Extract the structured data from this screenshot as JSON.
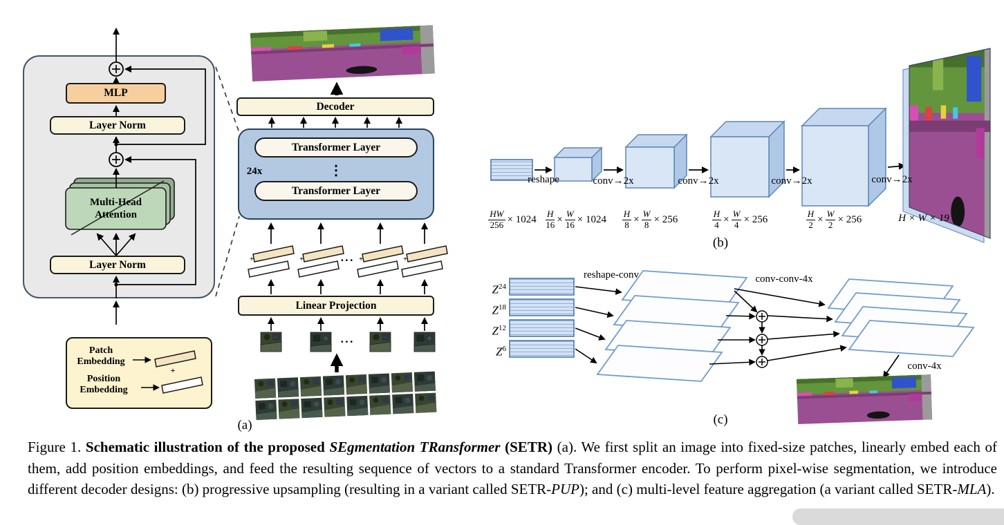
{
  "panel_a": {
    "label": "(a)",
    "detail_block": {
      "layer_norm": "Layer Norm",
      "multi_head_line1": "Multi-Head",
      "multi_head_line2": "Attention",
      "mlp": "MLP"
    },
    "legend": {
      "patch_line1": "Patch",
      "patch_line2": "Embedding",
      "position_line1": "Position",
      "position_line2": "Embedding",
      "plus": "+"
    },
    "pipeline": {
      "decoder": "Decoder",
      "transformer_layer": "Transformer Layer",
      "depth_label": "24x",
      "vdots": "⋮",
      "linear_projection": "Linear Projection",
      "dots": "···",
      "plus": "+"
    }
  },
  "panel_b": {
    "label": "(b)",
    "arrows": {
      "reshape": "reshape",
      "conv2x": "conv→2x"
    },
    "dims": {
      "seq": {
        "num": "HW",
        "den": "256",
        "suffix": "× 1024"
      },
      "s16": {
        "n1": "H",
        "d1": "16",
        "times": "×",
        "n2": "W",
        "d2": "16",
        "suffix": "× 1024"
      },
      "s8": {
        "n1": "H",
        "d1": "8",
        "times": "×",
        "n2": "W",
        "d2": "8",
        "suffix": "× 256"
      },
      "s4": {
        "n1": "H",
        "d1": "4",
        "times": "×",
        "n2": "W",
        "d2": "4",
        "suffix": "× 256"
      },
      "s2": {
        "n1": "H",
        "d1": "2",
        "times": "×",
        "n2": "W",
        "d2": "2",
        "suffix": "× 256"
      },
      "out": "H × W × 19"
    }
  },
  "panel_c": {
    "label": "(c)",
    "streams": [
      {
        "base": "Z",
        "sup": "24"
      },
      {
        "base": "Z",
        "sup": "18"
      },
      {
        "base": "Z",
        "sup": "12"
      },
      {
        "base": "Z",
        "sup": "6"
      }
    ],
    "arrows": {
      "reshape_conv": "reshape-conv",
      "conv_conv_4x": "conv-conv-4x",
      "conv_4x": "conv-4x"
    }
  },
  "caption_runs": [
    {
      "text": "Figure 1. ",
      "style": "normal"
    },
    {
      "text": "Schematic illustration of the proposed ",
      "style": "bold"
    },
    {
      "text": "SEgmentation TRansformer",
      "style": "bolditalic"
    },
    {
      "text": " (SETR)",
      "style": "bold"
    },
    {
      "text": " (a). We first split an image into fixed-size patches, linearly embed each of them, add position embeddings, and feed the resulting sequence of vectors to a standard Transformer encoder. To perform pixel-wise segmentation, we introduce different decoder designs: (b) progressive upsampling (resulting in a variant called SETR-",
      "style": "normal"
    },
    {
      "text": "PUP",
      "style": "italic"
    },
    {
      "text": "); and (c) multi-level feature aggregation (a variant called SETR-",
      "style": "normal"
    },
    {
      "text": "MLA",
      "style": "italic"
    },
    {
      "text": ").",
      "style": "normal"
    }
  ]
}
